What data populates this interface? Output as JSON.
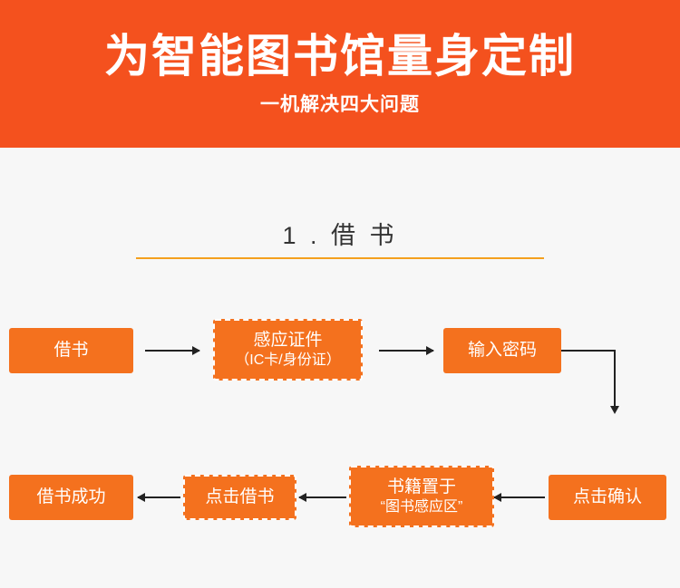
{
  "banner": {
    "title": "为智能图书馆量身定制",
    "subtitle": "一机解决四大问题",
    "bg_color": "#f4511e",
    "text_color": "#ffffff"
  },
  "section": {
    "title": "1 . 借 书",
    "rule_color": "#f4a01e"
  },
  "flow": {
    "box_color": "#f4711e",
    "arrow_color": "#222222",
    "steps": [
      {
        "id": "step-1",
        "label": "借书",
        "style": "solid"
      },
      {
        "id": "step-2",
        "label": "感应证件",
        "sub_label": "（IC卡/身份证）",
        "style": "dashed"
      },
      {
        "id": "step-3",
        "label": "输入密码",
        "style": "solid"
      },
      {
        "id": "step-4",
        "label": "点击确认",
        "style": "solid"
      },
      {
        "id": "step-5",
        "label": "书籍置于",
        "sub_label": "“图书感应区”",
        "style": "dashed"
      },
      {
        "id": "step-6",
        "label": "点击借书",
        "style": "dashed"
      },
      {
        "id": "step-7",
        "label": "借书成功",
        "style": "solid"
      }
    ]
  }
}
